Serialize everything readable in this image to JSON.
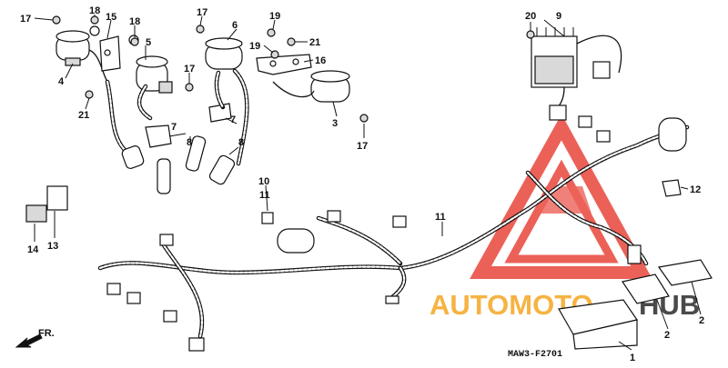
{
  "diagram": {
    "callouts": [
      {
        "id": "c1",
        "label": "1"
      },
      {
        "id": "c2a",
        "label": "2"
      },
      {
        "id": "c2b",
        "label": "2"
      },
      {
        "id": "c3",
        "label": "3"
      },
      {
        "id": "c4",
        "label": "4"
      },
      {
        "id": "c5",
        "label": "5"
      },
      {
        "id": "c6",
        "label": "6"
      },
      {
        "id": "c7a",
        "label": "7"
      },
      {
        "id": "c7b",
        "label": "7"
      },
      {
        "id": "c8a",
        "label": "8"
      },
      {
        "id": "c8b",
        "label": "8"
      },
      {
        "id": "c9",
        "label": "9"
      },
      {
        "id": "c10",
        "label": "10"
      },
      {
        "id": "c11a",
        "label": "11"
      },
      {
        "id": "c11b",
        "label": "11"
      },
      {
        "id": "c12",
        "label": "12"
      },
      {
        "id": "c13",
        "label": "13"
      },
      {
        "id": "c14",
        "label": "14"
      },
      {
        "id": "c15",
        "label": "15"
      },
      {
        "id": "c16",
        "label": "16"
      },
      {
        "id": "c17a",
        "label": "17"
      },
      {
        "id": "c17b",
        "label": "17"
      },
      {
        "id": "c17c",
        "label": "17"
      },
      {
        "id": "c17d",
        "label": "17"
      },
      {
        "id": "c18a",
        "label": "18"
      },
      {
        "id": "c18b",
        "label": "18"
      },
      {
        "id": "c19a",
        "label": "19"
      },
      {
        "id": "c19b",
        "label": "19"
      },
      {
        "id": "c20",
        "label": "20"
      },
      {
        "id": "c21a",
        "label": "21"
      },
      {
        "id": "c21b",
        "label": "21"
      }
    ],
    "direction_label": "FR.",
    "diagram_code": "MAW3-F2701"
  },
  "watermark": {
    "brand_part1": "AUTOMOTO",
    "brand_part2": "HUB",
    "color_red": "#e8463c",
    "color_orange": "#f5a623",
    "color_dark": "#2b2b2b"
  }
}
